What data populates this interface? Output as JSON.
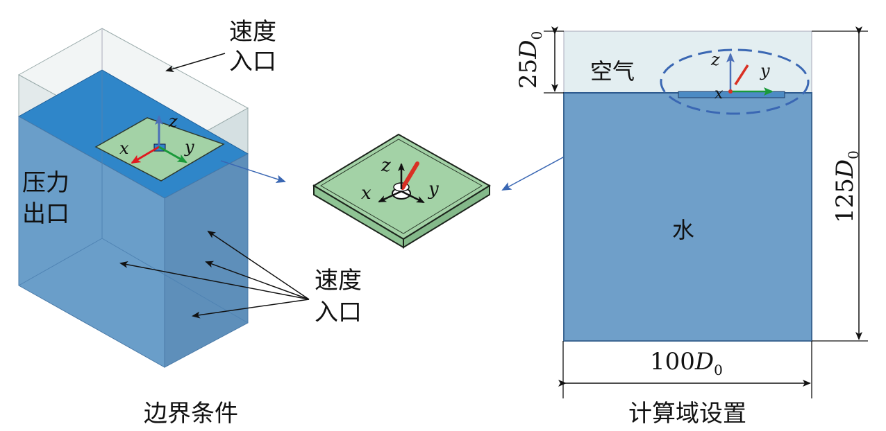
{
  "left_panel": {
    "caption": "边界条件",
    "top_inlet_label": [
      "速度",
      "入口"
    ],
    "outlet_label": [
      "压力",
      "出口"
    ],
    "side_inlet_label": [
      "速度",
      "入口"
    ],
    "axes": {
      "x": "x",
      "y": "y",
      "z": "z"
    }
  },
  "middle_panel": {
    "axes": {
      "x": "x",
      "y": "y",
      "z": "z"
    }
  },
  "right_panel": {
    "caption": "计算域设置",
    "air_label": "空气",
    "water_label": "水",
    "dim_air_height": {
      "value": "25",
      "symbol": "D",
      "sub": "0"
    },
    "dim_total_height": {
      "value": "125",
      "symbol": "D",
      "sub": "0"
    },
    "dim_width": {
      "value": "100",
      "symbol": "D",
      "sub": "0"
    },
    "axes": {
      "x": "x",
      "y": "y",
      "z": "z"
    }
  },
  "colors": {
    "water_front": "#6a9ec9",
    "water_side": "#5e8fba",
    "water_surface": "#2f86c9",
    "air": "#e3eef1",
    "plate": "#a3d2a6",
    "axis_x": "#e0191f",
    "axis_y": "#1a9a3a",
    "axis_z": "#4b6fb8",
    "link_arrow": "#3a67b3",
    "rod": "#d93024"
  }
}
